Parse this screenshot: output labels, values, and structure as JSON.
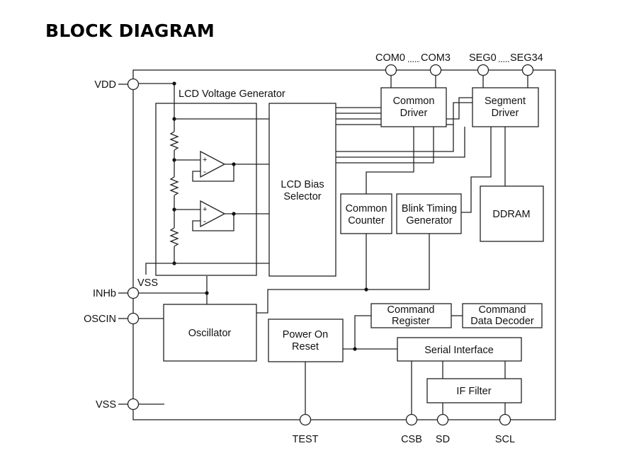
{
  "title": "BLOCK DIAGRAM",
  "blocks": {
    "lcd_voltage_generator": "LCD Voltage Generator",
    "lcd_bias_selector": [
      "LCD Bias",
      "Selector"
    ],
    "common_driver": [
      "Common",
      "Driver"
    ],
    "segment_driver": [
      "Segment",
      "Driver"
    ],
    "common_counter": [
      "Common",
      "Counter"
    ],
    "blink_timing_generator": [
      "Blink Timing",
      "Generator"
    ],
    "ddram": "DDRAM",
    "oscillator": "Oscillator",
    "power_on_reset": [
      "Power On",
      "Reset"
    ],
    "command_register": [
      "Command",
      "Register"
    ],
    "command_data_decoder": [
      "Command",
      "Data Decoder"
    ],
    "serial_interface": "Serial Interface",
    "if_filter": "IF Filter"
  },
  "pins": {
    "vdd": "VDD",
    "vss_internal": "VSS",
    "inhb": "INHb",
    "oscin": "OSCIN",
    "vss": "VSS",
    "test": "TEST",
    "csb": "CSB",
    "sd": "SD",
    "scl": "SCL",
    "com0": "COM0",
    "com3": "COM3",
    "seg0": "SEG0",
    "seg34": "SEG34"
  },
  "opamp_signs": {
    "plus": "+",
    "minus": "-"
  }
}
